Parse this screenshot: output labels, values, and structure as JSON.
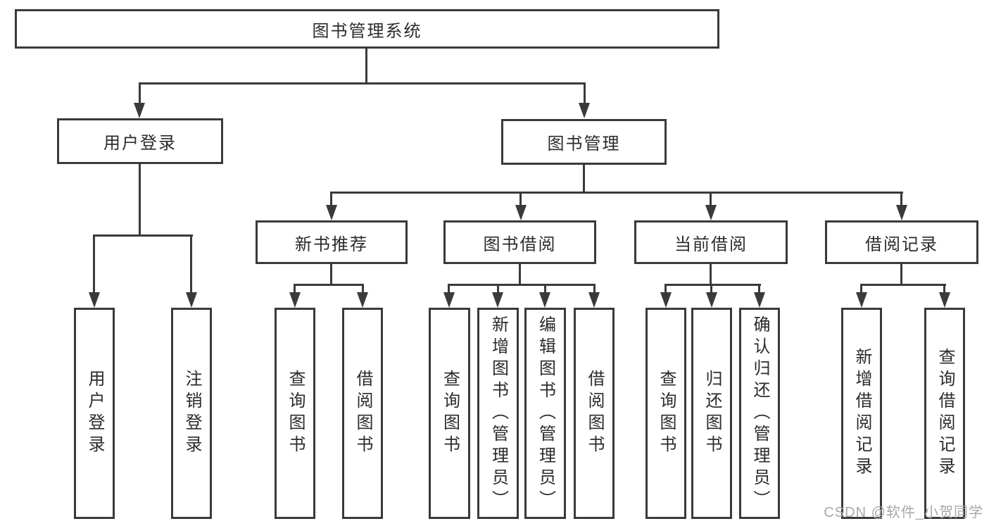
{
  "diagram": {
    "root": "图书管理系统",
    "user_login": {
      "label": "用户登录",
      "children": [
        "用户登录",
        "注销登录"
      ]
    },
    "book_management": {
      "label": "图书管理",
      "groups": [
        {
          "label": "新书推荐",
          "children": [
            "查询图书",
            "借阅图书"
          ]
        },
        {
          "label": "图书借阅",
          "children": [
            "查询图书",
            "新增图书（管理员）",
            "编辑图书（管理员）",
            "借阅图书"
          ]
        },
        {
          "label": "当前借阅",
          "children": [
            "查询图书",
            "归还图书",
            "确认归还（管理员）"
          ]
        },
        {
          "label": "借阅记录",
          "children": [
            "新增借阅记录",
            "查询借阅记录"
          ]
        }
      ]
    }
  },
  "watermark": "CSDN @软件_小贺同学",
  "colors": {
    "line": "#3a3a3a",
    "text": "#2b2b2b",
    "watermark": "#a8a8a8",
    "background": "#ffffff"
  }
}
